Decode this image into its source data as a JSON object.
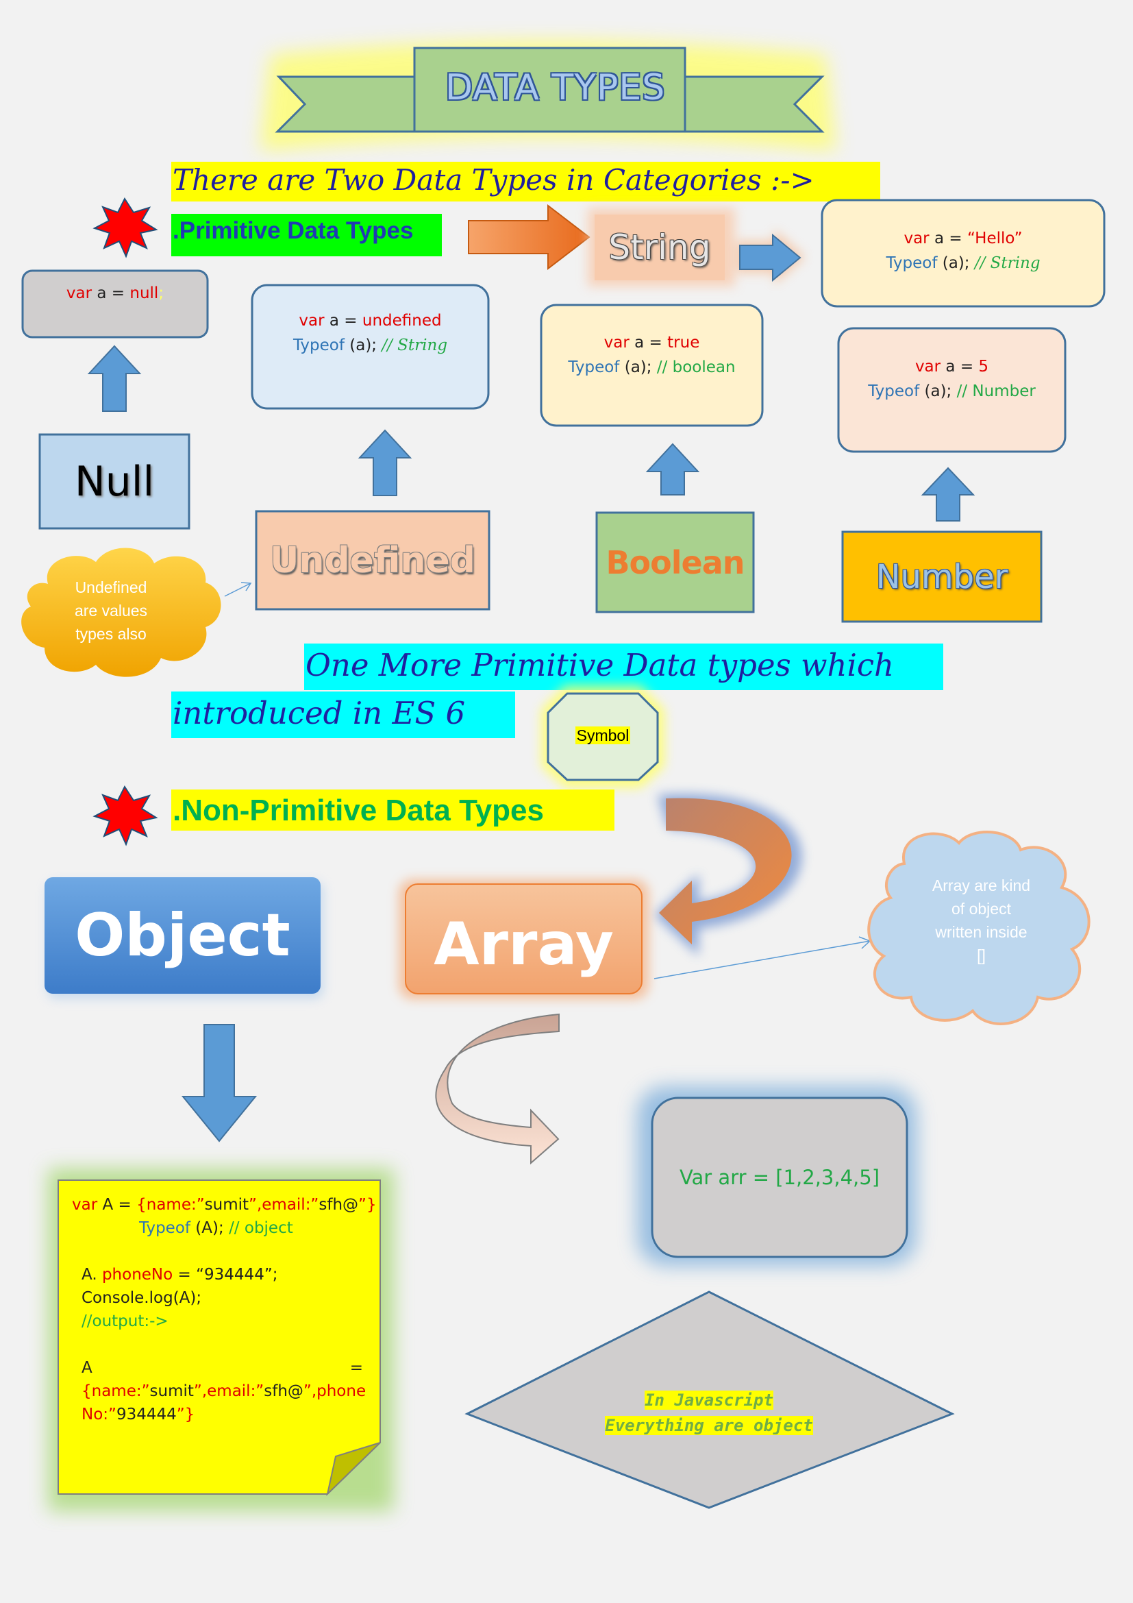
{
  "title": "DATA TYPES",
  "intro": "There are Two Data Types in Categories :->",
  "primitive_heading": ".Primitive Data Types",
  "string_label": "String",
  "string_code": {
    "kw": "var",
    "a": "a = ",
    "val": "“Hello”",
    "typeof": "Typeof",
    "arg": " (a); ",
    "comment": "// String"
  },
  "null_code": {
    "kw": "var",
    "a": " a = ",
    "val": "null",
    "tail": ";"
  },
  "undefined_code": {
    "kw": "var",
    "a": " a = ",
    "val": "undefined",
    "typeof": "Typeof",
    "arg": " (a); ",
    "comment": "// String"
  },
  "boolean_code": {
    "kw": "var",
    "a": " a = ",
    "val": "true",
    "typeof": "Typeof",
    "arg": " (a); ",
    "comment": "// boolean"
  },
  "number_code": {
    "kw": "var",
    "a": " a = ",
    "val": "5",
    "typeof": "Typeof",
    "arg": " (a); ",
    "comment": "// Number"
  },
  "null_label": "Null",
  "undefined_label": "Undefined",
  "boolean_label": "Boolean",
  "number_label": "Number",
  "cloud_undefined": [
    "Undefined",
    "are values",
    "types also"
  ],
  "es6_line1": "One More Primitive Data types which",
  "es6_line2": "introduced in ES 6",
  "symbol_label": "Symbol",
  "nonprimitive_heading": ".Non-Primitive Data Types",
  "object_label": "Object",
  "array_label": "Array",
  "cloud_array": [
    "Array are kind",
    "of object",
    "written inside",
    "[]"
  ],
  "object_code": {
    "l1_kw": "var",
    "l1_a": " A = ",
    "l1_b1": "{name:”",
    "l1_v1": "sumit",
    "l1_b2": "”,email:”",
    "l1_v2": "sfh@",
    "l1_b3": "”}",
    "l2_typeof": "Typeof",
    "l2_arg": " (A); ",
    "l2_comment": "// object",
    "l3_a": "A. ",
    "l3_prop": "phoneNo",
    "l3_rest": " = “934444”;",
    "l4": "Console.log(A);",
    "l5": "//output:->",
    "l6_a": "A",
    "l6_eq": "=",
    "l7_b1": "{name:”",
    "l7_v1": "sumit",
    "l7_b2": "”,email:”",
    "l7_v2": "sfh@",
    "l7_b3": "”,phone",
    "l8_b1": "No:”",
    "l8_v1": "934444",
    "l8_b2": "”}"
  },
  "array_code": "Var arr = [1,2,3,4,5]",
  "diamond_line1": "In Javascript",
  "diamond_line2": "Everything are object",
  "colors": {
    "accent_blue": "#5b9bd5",
    "orange": "#ed7d31",
    "yellow": "#ffff00",
    "green": "#00ff00",
    "cyan": "#00ffff"
  }
}
